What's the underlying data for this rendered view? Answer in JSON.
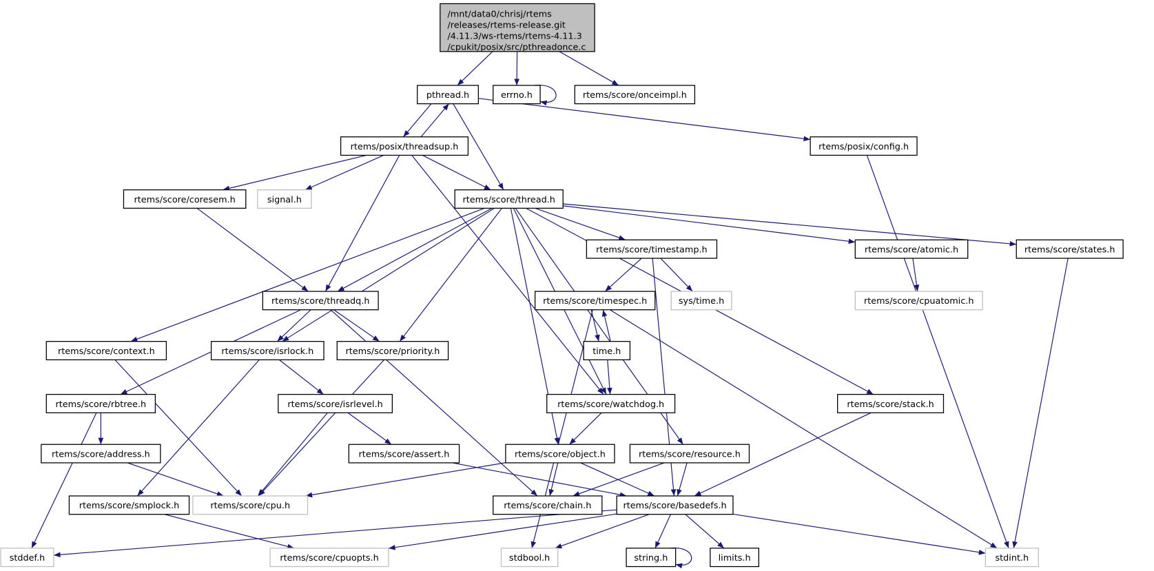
{
  "graph": {
    "edge_color": "#191970",
    "root_fill": "#bfbfbf",
    "external_border": "#bfbfbf",
    "nodes": [
      {
        "id": "main",
        "label": [
          "/mnt/data0/chrisj/rtems",
          "/releases/rtems-release.git",
          "/4.11.3/ws-rtems/rtems-4.11.3",
          "/cpukit/posix/src/pthreadonce.c"
        ],
        "style": "root"
      },
      {
        "id": "pthread",
        "label": [
          "pthread.h"
        ]
      },
      {
        "id": "errno",
        "label": [
          "errno.h"
        ]
      },
      {
        "id": "onceimpl",
        "label": [
          "rtems/score/onceimpl.h"
        ]
      },
      {
        "id": "threadsup",
        "label": [
          "rtems/posix/threadsup.h"
        ]
      },
      {
        "id": "config",
        "label": [
          "rtems/posix/config.h"
        ]
      },
      {
        "id": "coresem",
        "label": [
          "rtems/score/coresem.h"
        ]
      },
      {
        "id": "signal",
        "label": [
          "signal.h"
        ],
        "style": "external"
      },
      {
        "id": "thread",
        "label": [
          "rtems/score/thread.h"
        ]
      },
      {
        "id": "timestamp",
        "label": [
          "rtems/score/timestamp.h"
        ]
      },
      {
        "id": "atomic",
        "label": [
          "rtems/score/atomic.h"
        ]
      },
      {
        "id": "states",
        "label": [
          "rtems/score/states.h"
        ]
      },
      {
        "id": "threadq",
        "label": [
          "rtems/score/threadq.h"
        ]
      },
      {
        "id": "timespec",
        "label": [
          "rtems/score/timespec.h"
        ]
      },
      {
        "id": "systime",
        "label": [
          "sys/time.h"
        ],
        "style": "external"
      },
      {
        "id": "cpuatomic",
        "label": [
          "rtems/score/cpuatomic.h"
        ],
        "style": "external"
      },
      {
        "id": "context",
        "label": [
          "rtems/score/context.h"
        ]
      },
      {
        "id": "isrlock",
        "label": [
          "rtems/score/isrlock.h"
        ]
      },
      {
        "id": "priority",
        "label": [
          "rtems/score/priority.h"
        ]
      },
      {
        "id": "time",
        "label": [
          "time.h"
        ]
      },
      {
        "id": "rbtree",
        "label": [
          "rtems/score/rbtree.h"
        ]
      },
      {
        "id": "isrlevel",
        "label": [
          "rtems/score/isrlevel.h"
        ]
      },
      {
        "id": "watchdog",
        "label": [
          "rtems/score/watchdog.h"
        ]
      },
      {
        "id": "stack",
        "label": [
          "rtems/score/stack.h"
        ]
      },
      {
        "id": "address",
        "label": [
          "rtems/score/address.h"
        ]
      },
      {
        "id": "assert",
        "label": [
          "rtems/score/assert.h"
        ]
      },
      {
        "id": "object",
        "label": [
          "rtems/score/object.h"
        ]
      },
      {
        "id": "resource",
        "label": [
          "rtems/score/resource.h"
        ]
      },
      {
        "id": "smplock",
        "label": [
          "rtems/score/smplock.h"
        ]
      },
      {
        "id": "cpu",
        "label": [
          "rtems/score/cpu.h"
        ],
        "style": "external"
      },
      {
        "id": "chain",
        "label": [
          "rtems/score/chain.h"
        ]
      },
      {
        "id": "basedefs",
        "label": [
          "rtems/score/basedefs.h"
        ]
      },
      {
        "id": "stddef",
        "label": [
          "stddef.h"
        ],
        "style": "external"
      },
      {
        "id": "cpuopts",
        "label": [
          "rtems/score/cpuopts.h"
        ],
        "style": "external"
      },
      {
        "id": "stdbool",
        "label": [
          "stdbool.h"
        ],
        "style": "external"
      },
      {
        "id": "string",
        "label": [
          "string.h"
        ]
      },
      {
        "id": "limits",
        "label": [
          "limits.h"
        ]
      },
      {
        "id": "stdint",
        "label": [
          "stdint.h"
        ],
        "style": "external"
      }
    ],
    "edges": [
      [
        "main",
        "pthread"
      ],
      [
        "main",
        "errno"
      ],
      [
        "main",
        "onceimpl"
      ],
      [
        "errno",
        "errno"
      ],
      [
        "pthread",
        "threadsup"
      ],
      [
        "threadsup",
        "pthread"
      ],
      [
        "pthread",
        "thread"
      ],
      [
        "pthread",
        "config"
      ],
      [
        "config",
        "stdint"
      ],
      [
        "threadsup",
        "coresem"
      ],
      [
        "threadsup",
        "signal"
      ],
      [
        "threadsup",
        "threadq"
      ],
      [
        "threadsup",
        "watchdog"
      ],
      [
        "threadsup",
        "thread"
      ],
      [
        "coresem",
        "threadq"
      ],
      [
        "thread",
        "context"
      ],
      [
        "thread",
        "threadq"
      ],
      [
        "thread",
        "isrlock"
      ],
      [
        "thread",
        "priority"
      ],
      [
        "thread",
        "object"
      ],
      [
        "thread",
        "watchdog"
      ],
      [
        "thread",
        "resource"
      ],
      [
        "thread",
        "timestamp"
      ],
      [
        "thread",
        "atomic"
      ],
      [
        "thread",
        "states"
      ],
      [
        "thread",
        "stack"
      ],
      [
        "timestamp",
        "timespec"
      ],
      [
        "timestamp",
        "systime"
      ],
      [
        "timestamp",
        "basedefs"
      ],
      [
        "atomic",
        "cpuatomic"
      ],
      [
        "states",
        "stdint"
      ],
      [
        "threadq",
        "rbtree"
      ],
      [
        "threadq",
        "isrlock"
      ],
      [
        "threadq",
        "priority"
      ],
      [
        "threadq",
        "chain"
      ],
      [
        "timespec",
        "time"
      ],
      [
        "time",
        "timespec"
      ],
      [
        "timespec",
        "stdbool"
      ],
      [
        "timespec",
        "stdint"
      ],
      [
        "time",
        "watchdog"
      ],
      [
        "context",
        "cpu"
      ],
      [
        "isrlock",
        "isrlevel"
      ],
      [
        "isrlock",
        "smplock"
      ],
      [
        "priority",
        "cpu"
      ],
      [
        "rbtree",
        "address"
      ],
      [
        "rbtree",
        "stddef"
      ],
      [
        "isrlevel",
        "assert"
      ],
      [
        "isrlevel",
        "cpu"
      ],
      [
        "watchdog",
        "object"
      ],
      [
        "stack",
        "basedefs"
      ],
      [
        "address",
        "cpu"
      ],
      [
        "assert",
        "basedefs"
      ],
      [
        "object",
        "cpu"
      ],
      [
        "object",
        "chain"
      ],
      [
        "object",
        "basedefs"
      ],
      [
        "resource",
        "chain"
      ],
      [
        "resource",
        "basedefs"
      ],
      [
        "smplock",
        "cpuopts"
      ],
      [
        "basedefs",
        "stddef"
      ],
      [
        "basedefs",
        "cpuopts"
      ],
      [
        "basedefs",
        "stdbool"
      ],
      [
        "basedefs",
        "string"
      ],
      [
        "basedefs",
        "limits"
      ],
      [
        "basedefs",
        "stdint"
      ],
      [
        "string",
        "string"
      ]
    ]
  }
}
